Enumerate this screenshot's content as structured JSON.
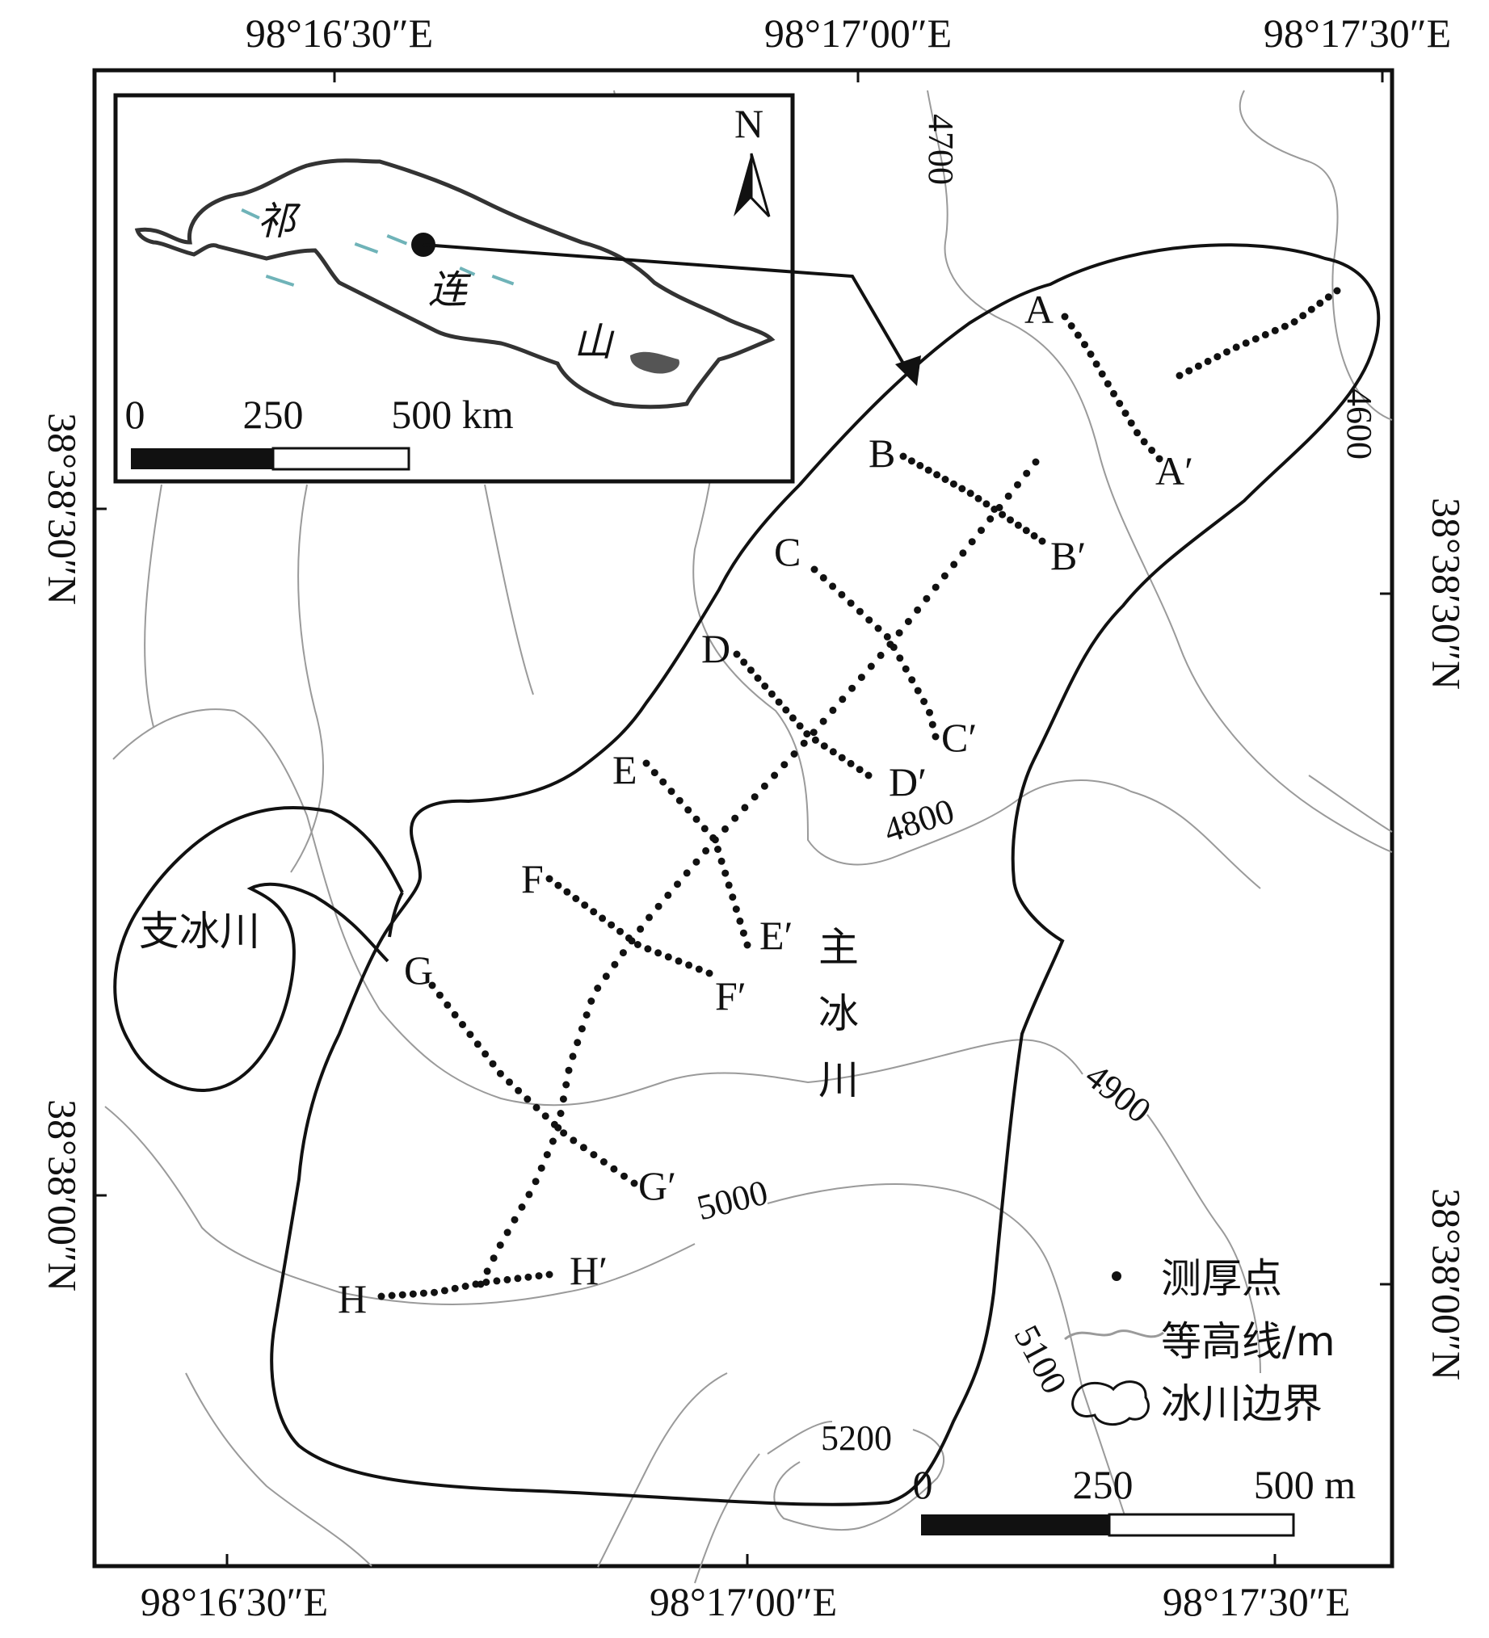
{
  "coords": {
    "top_lon": [
      "98°16′30″E",
      "98°17′00″E",
      "98°17′30″E"
    ],
    "bottom_lon": [
      "98°16′30″E",
      "98°17′00″E",
      "98°17′30″E"
    ],
    "left_lat": [
      "38°38′30″N",
      "38°38′00″N"
    ],
    "right_lat": [
      "38°38′30″N",
      "38°38′00″N"
    ]
  },
  "contours": [
    "4600",
    "4700",
    "4800",
    "4900",
    "5000",
    "5100",
    "5200"
  ],
  "profiles": [
    {
      "start": "A",
      "end": "A′"
    },
    {
      "start": "B",
      "end": "B′"
    },
    {
      "start": "C",
      "end": "C′"
    },
    {
      "start": "D",
      "end": "D′"
    },
    {
      "start": "E",
      "end": "E′"
    },
    {
      "start": "F",
      "end": "F′"
    },
    {
      "start": "G",
      "end": "G′"
    },
    {
      "start": "H",
      "end": "H′"
    }
  ],
  "glacier_labels": {
    "tributary": "支冰川",
    "main": [
      "主",
      "冰",
      "川"
    ]
  },
  "inset": {
    "region_chars": [
      "祁",
      "连",
      "山"
    ],
    "north": "N",
    "scale": [
      "0",
      "250",
      "500 km"
    ]
  },
  "scale_bar": [
    "0",
    "250",
    "500 m"
  ],
  "legend": [
    {
      "symbol": "dot",
      "label": "测厚点"
    },
    {
      "symbol": "line",
      "label": "等高线/m"
    },
    {
      "symbol": "outline",
      "label": "冰川边界"
    }
  ]
}
